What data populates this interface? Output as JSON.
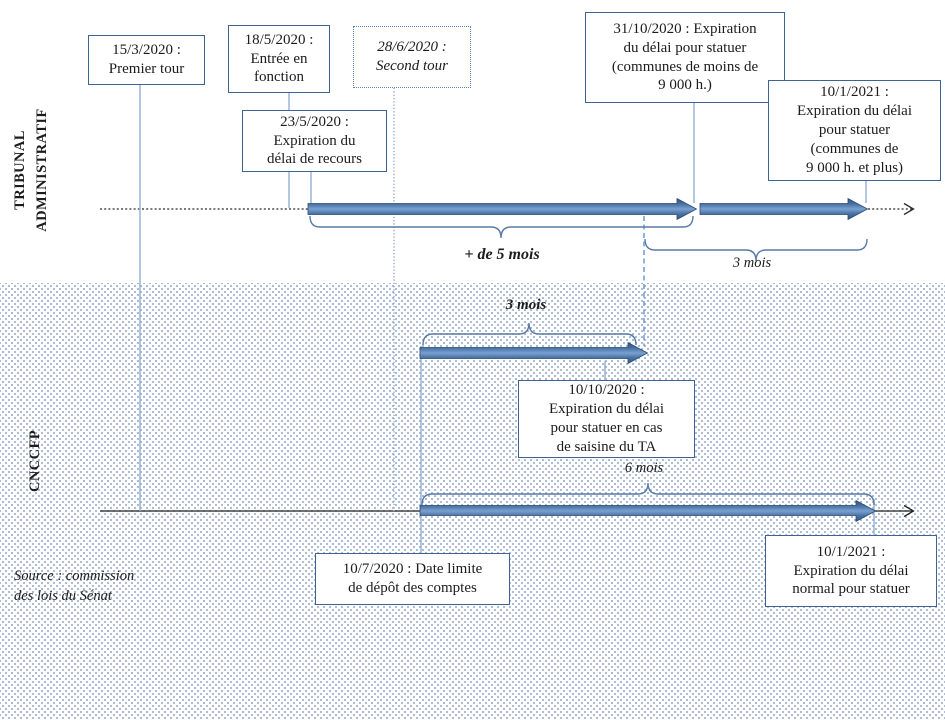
{
  "sections": {
    "tribunal": "TRIBUNAL\nADMINISTRATIF",
    "cnccfp": "CNCCFP"
  },
  "boxes": {
    "premier_tour": "15/3/2020 :\nPremier tour",
    "entree_fonction": "18/5/2020 :\nEntrée en\nfonction",
    "second_tour": "28/6/2020 :\nSecond tour",
    "expiration_moins_9000": "31/10/2020 : Expiration\ndu délai pour statuer\n(communes de moins de\n9 000 h.)",
    "expiration_9000_plus": "10/1/2021 :\nExpiration du délai\npour statuer\n(communes de\n9 000 h. et plus)",
    "expiration_recours": "23/5/2020 :\nExpiration du\ndélai de recours",
    "saisine_ta": "10/10/2020 :\nExpiration du délai\npour statuer en cas\nde saisine du TA",
    "depot_comptes": "10/7/2020 : Date limite\nde dépôt des comptes",
    "expiration_normal": "10/1/2021 :\nExpiration du délai\nnormal pour statuer"
  },
  "durations": {
    "plus_5_mois": "+ de 5 mois",
    "trois_mois_ta": "3 mois",
    "trois_mois_cnccfp": "3 mois",
    "six_mois": "6 mois"
  },
  "source": "Source : commission\ndes lois  du Sénat",
  "colors": {
    "arrow_dark": "#33527e",
    "arrow_mid": "#4a74a6",
    "arrow_light": "#7aa0cf",
    "box_border": "#3e6292",
    "connector": "#9ab3d5",
    "dashed_connector": "#6f9bd1",
    "brace": "#587aa6",
    "timeline": "#2b2b2b",
    "dots": "#8fa5c5"
  }
}
